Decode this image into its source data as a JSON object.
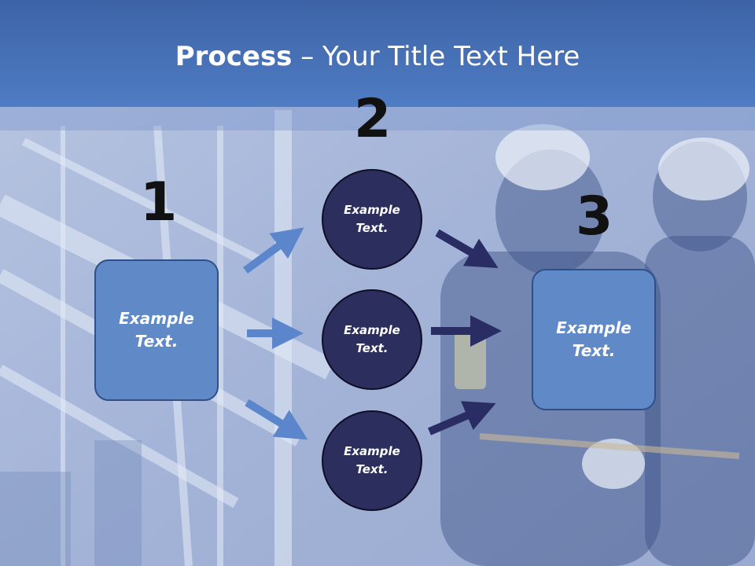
{
  "title": {
    "bold": "Process",
    "rest": " – Your Title Text Here"
  },
  "steps": [
    {
      "number": "1",
      "text_line1": "Example",
      "text_line2": "Text."
    },
    {
      "number": "2"
    },
    {
      "number": "3",
      "text_line1": "Example",
      "text_line2": "Text."
    }
  ],
  "circles": [
    {
      "text_line1": "Example",
      "text_line2": "Text."
    },
    {
      "text_line1": "Example",
      "text_line2": "Text."
    },
    {
      "text_line1": "Example",
      "text_line2": "Text."
    }
  ],
  "colors": {
    "title_bar": "#4f7cc4",
    "box": "#6089c8",
    "circle": "#2c2e5e",
    "arrow_light": "#5b86cc",
    "arrow_dark": "#2a2d63"
  }
}
